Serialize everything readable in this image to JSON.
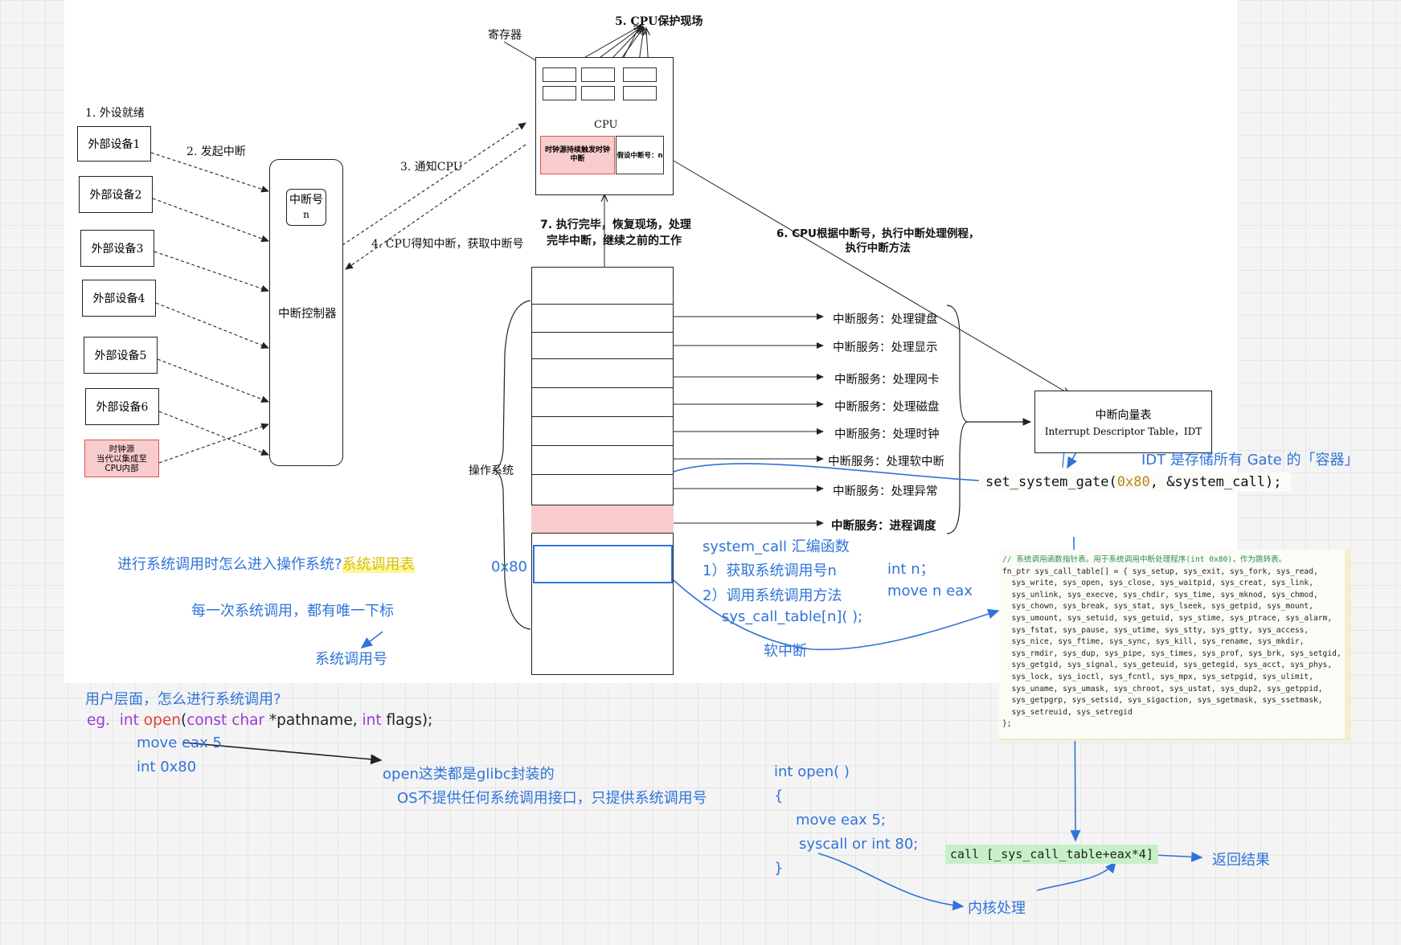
{
  "devices": {
    "title": "1. 外设就绪",
    "d1": "外部设备1",
    "d2": "外部设备2",
    "d3": "外部设备3",
    "d4": "外部设备4",
    "d5": "外部设备5",
    "d6": "外部设备6",
    "clock_line1": "时钟源",
    "clock_line2": "当代以集成至",
    "clock_line3": "CPU内部"
  },
  "steps": {
    "s2": "2. 发起中断",
    "s3": "3. 通知CPU",
    "s4": "4. CPU得知中断，获取中断号",
    "s5": "5. CPU保护现场",
    "s6_line1": "6. CPU根据中断号，执行中断处理例程，",
    "s6_line2": "执行中断方法",
    "s7_line1": "7. 执行完毕，恢复现场，处理",
    "s7_line2": "完毕中断，继续之前的工作"
  },
  "controller": {
    "label": "中断控制器",
    "num_label": "中断号",
    "num_value": "n"
  },
  "cpu": {
    "label": "CPU",
    "registers_label": "寄存器",
    "clock_box_line1": "时钟源持续触发时钟",
    "clock_box_line2": "中断",
    "assume_label": "假设中断号：n"
  },
  "os": {
    "label": "操作系统",
    "services": [
      "中断服务：处理键盘",
      "中断服务：处理显示",
      "中断服务：处理网卡",
      "中断服务：处理磁盘",
      "中断服务：处理时钟",
      "中断服务：处理软中断",
      "中断服务：处理异常",
      "中断服务：进程调度"
    ],
    "hex_label": "0x80"
  },
  "idt": {
    "title": "中断向量表",
    "subtitle": "Interrupt Descriptor Table，IDT",
    "note": "IDT 是存储所有 Gate 的「容器」",
    "set_gate_prefix": "set_system_gate(",
    "set_gate_num": "0x80",
    "set_gate_suffix": ", &system_call);"
  },
  "notes": {
    "how_enter": "进行系统调用时怎么进入操作系统?",
    "syscall_table": "系统调用表",
    "unique_index": "每一次系统调用，都有唯一下标",
    "syscall_number": "系统调用号",
    "asm_title": "system_call 汇编函数",
    "asm_1": "1）获取系统调用号n",
    "asm_2": "2）调用系统调用方法",
    "asm_3": "sys_call_table[n]( );",
    "int_n": "int n；",
    "move_n": "move n eax",
    "soft_int": "软中断",
    "user_q": "用户层面，怎么进行系统调用?",
    "eg": "eg.",
    "open_int": "int",
    "open_name": "open",
    "open_paren": "(",
    "open_const": "const",
    "open_char": "char",
    "open_mid": "*pathname,",
    "open_int2": "int",
    "open_end": "flags);",
    "move_eax5": "move  eax  5",
    "int0x80": "int 0x80",
    "glibc": "open这类都是glibc封装的",
    "os_no_api": "OS不提供任何系统调用接口，只提供系统调用号",
    "code_1": "int open( )",
    "code_2": "{",
    "code_3": "move eax 5;",
    "code_4": "syscall or int 80;",
    "code_5": "}",
    "call_line": "call [_sys_call_table+eax*4]",
    "return_result": "返回结果",
    "kernel_proc": "内核处理"
  },
  "code_snippet": [
    "// 系统调用函数指针表。用于系统调用中断处理程序(int 0x80)，作为跳转表。",
    "fn_ptr sys_call_table[] = { sys_setup, sys_exit, sys_fork, sys_read,",
    "  sys_write, sys_open, sys_close, sys_waitpid, sys_creat, sys_link,",
    "  sys_unlink, sys_execve, sys_chdir, sys_time, sys_mknod, sys_chmod,",
    "  sys_chown, sys_break, sys_stat, sys_lseek, sys_getpid, sys_mount,",
    "  sys_umount, sys_setuid, sys_getuid, sys_stime, sys_ptrace, sys_alarm,",
    "  sys_fstat, sys_pause, sys_utime, sys_stty, sys_gtty, sys_access,",
    "  sys_nice, sys_ftime, sys_sync, sys_kill, sys_rename, sys_mkdir,",
    "  sys_rmdir, sys_dup, sys_pipe, sys_times, sys_prof, sys_brk, sys_setgid,",
    "  sys_getgid, sys_signal, sys_geteuid, sys_getegid, sys_acct, sys_phys,",
    "  sys_lock, sys_ioctl, sys_fcntl, sys_mpx, sys_setpgid, sys_ulimit,",
    "  sys_uname, sys_umask, sys_chroot, sys_ustat, sys_dup2, sys_getppid,",
    "  sys_getpgrp, sys_setsid, sys_sigaction, sys_sgetmask, sys_ssetmask,",
    "  sys_setreuid, sys_setregid",
    "};"
  ],
  "colors": {
    "blue": "#2f74d9",
    "pink_fill": "#f8cccc",
    "pink_border": "#d9534f",
    "green_highlight": "#c8f0c8",
    "yellow_highlight": "#fff59a",
    "purple": "#9b3bd6",
    "red": "#e0413a"
  }
}
